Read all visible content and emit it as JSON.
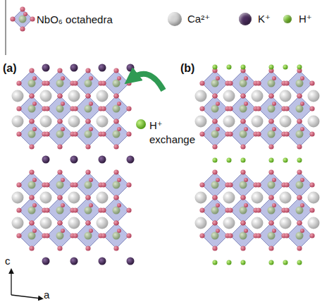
{
  "diagram": {
    "labels": [
      "(a)",
      "(b)",
      "H⁺ exchange",
      "c",
      "a"
    ],
    "legend": [
      {
        "text": "NbO₆ octahedra"
      },
      {
        "text": "Ca²⁺",
        "color": "#d4d4d4"
      },
      {
        "text": "K⁺",
        "color": "#4b2d5e"
      },
      {
        "text": "H⁺",
        "color": "#7fcf2e"
      }
    ]
  }
}
